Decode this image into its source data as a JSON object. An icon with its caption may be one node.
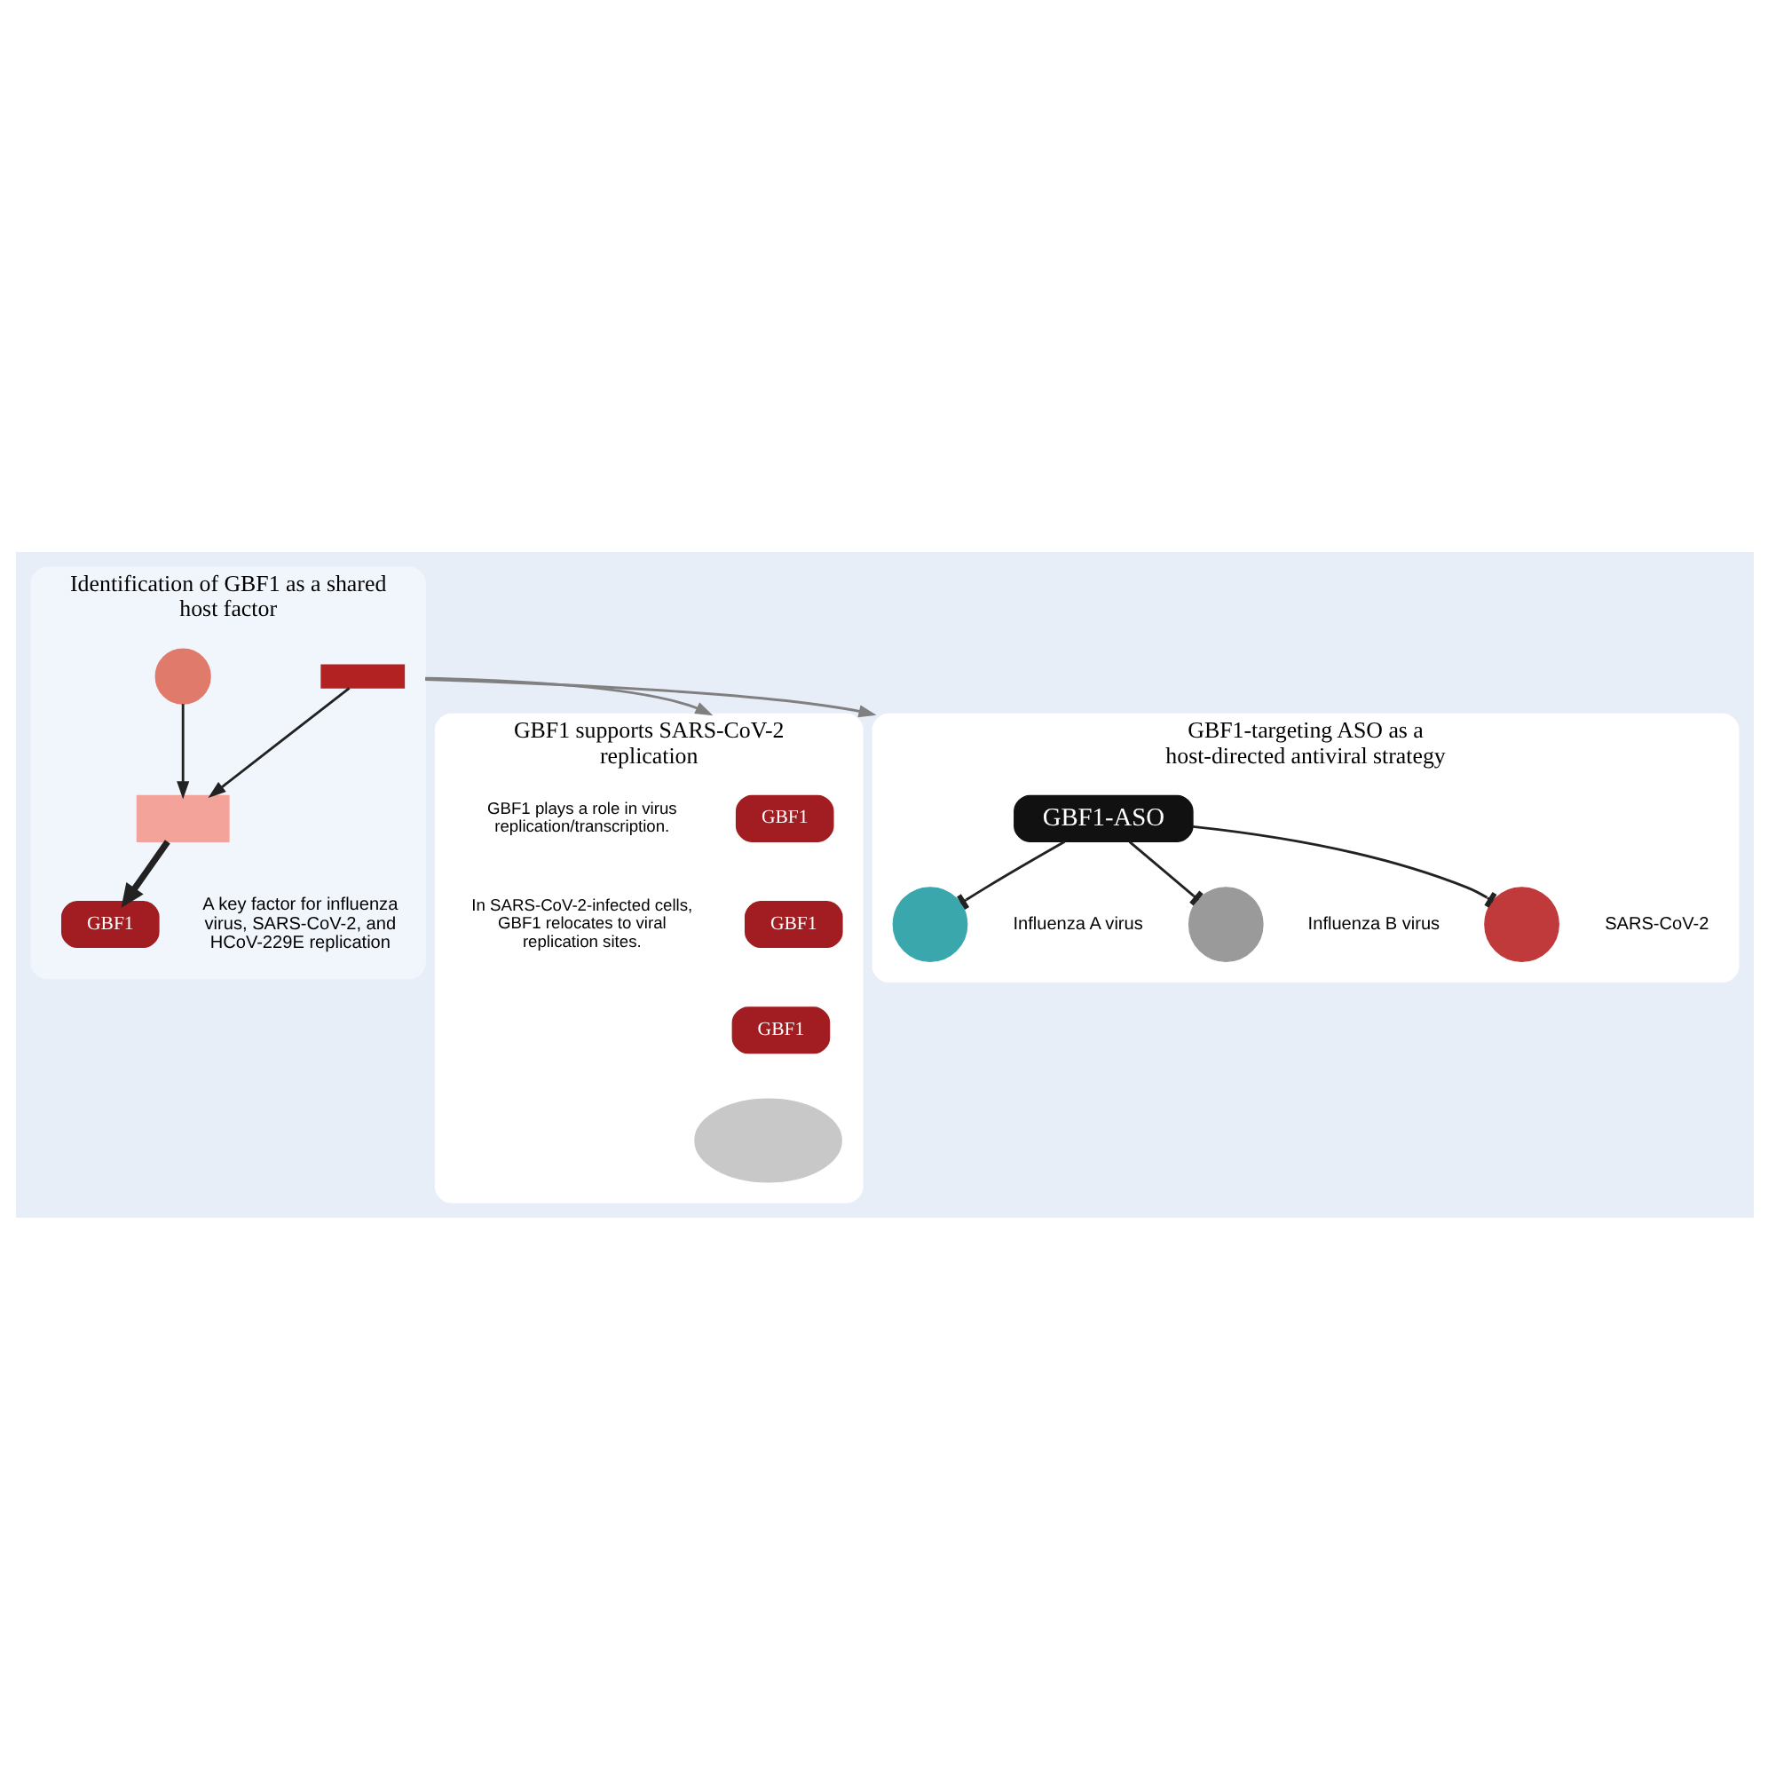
{
  "diagram": {
    "nodes": [
      {
        "text": [
          "Identification of GBF1 as a shared host factor"
        ]
      },
      {
        "text": [],
        "shape": "bar",
        "in": 0
      },
      {
        "text": [],
        "shape": "circle",
        "in": 0
      },
      {
        "text": [],
        "shape": "box",
        "in": 0
      },
      {
        "text": [
          "GBF1"
        ],
        "in": 0,
        "beside": [
          "A key factor for influenza virus, SARS-CoV-2, and HCoV-229E replication"
        ]
      },
      {
        "text": [
          "GBF1 supports SARS-CoV-2 replication"
        ]
      },
      {
        "text": [
          "GBF1"
        ],
        "in": 5
      },
      {
        "text": [
          "GBF1"
        ],
        "in": 5
      },
      {
        "text": [
          "GBF1"
        ],
        "in": 5
      },
      {
        "text": [],
        "shape": "ellipse",
        "in": 5
      },
      {
        "text": [
          "GBF1-targeting ASO as a host-directed antiviral strategy"
        ]
      },
      {
        "text": [
          "GBF1-ASO"
        ],
        "in": 10
      },
      {
        "text": [],
        "shape": "circle",
        "in": 10,
        "beside": [
          "Influenza A virus"
        ]
      },
      {
        "text": [],
        "shape": "circle",
        "in": 10,
        "beside": [
          "Influenza B virus"
        ]
      },
      {
        "text": [],
        "shape": "circle",
        "in": 10,
        "beside": [
          "SARS-CoV-2"
        ]
      }
    ],
    "edges": [
      {
        "from": 1,
        "to": 3,
        "arrow": "to"
      },
      {
        "from": 2,
        "to": 3,
        "arrow": "to"
      },
      {
        "from": 3,
        "to": 4,
        "arrow": "to",
        "style": "thick"
      },
      {
        "from": 0,
        "to": 5,
        "arrow": "to",
        "color": "#808080"
      },
      {
        "from": 0,
        "to": 10,
        "arrow": "to",
        "color": "#808080"
      },
      {
        "from": 11,
        "to": 12,
        "arrow": "other"
      },
      {
        "from": 11,
        "to": 13,
        "arrow": "other"
      },
      {
        "from": 11,
        "to": 14,
        "arrow": "other"
      }
    ],
    "labels": [
      "GBF1 plays a role in virus replication/transcription.",
      "In SARS-CoV-2-infected cells, GBF1 relocates to viral replication sites."
    ]
  }
}
